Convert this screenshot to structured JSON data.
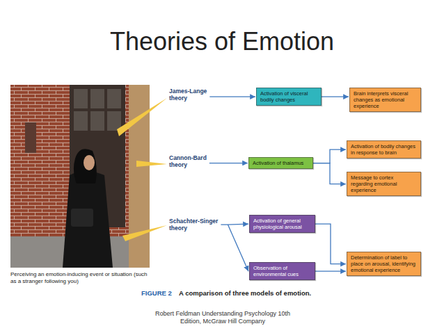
{
  "diagram": {
    "title": "Theories of Emotion",
    "caption": "A comparison of three models of emotion.",
    "nodes": [
      {
        "text": [
          "Activation of visceral bodily changes"
        ]
      },
      {
        "text": [
          "Brain interprets visceral changes as emotional experience"
        ]
      },
      {
        "text": [
          "Activation of thalamus"
        ]
      },
      {
        "text": [
          "Activation of bodily changes in response to brain"
        ]
      },
      {
        "text": [
          "Message to cortex regarding emotional experience"
        ]
      },
      {
        "text": [
          "Activation of general physiological arousal"
        ]
      },
      {
        "text": [
          "Observation of environmental cues"
        ]
      },
      {
        "text": [
          "Determination of label to place on arousal, identifying emotional experience"
        ]
      }
    ],
    "edges": [
      {
        "from": 0,
        "to": 1,
        "arrow": "to"
      },
      {
        "from": 2,
        "to": 3,
        "arrow": "to"
      },
      {
        "from": 2,
        "to": 4,
        "arrow": "to"
      },
      {
        "from": 5,
        "to": 7,
        "arrow": "to"
      },
      {
        "from": 6,
        "to": 7,
        "arrow": "to"
      }
    ],
    "labels": [
      "James-Lange theory",
      "Cannon-Bard theory",
      "Schachter-Singer theory",
      "Perceiving an emotion-inducing event or situation (such as a stranger following you)",
      "FIGURE 2",
      "Robert Feldman Understanding Psychology 10th Edition, McGraw Hill Company"
    ]
  }
}
